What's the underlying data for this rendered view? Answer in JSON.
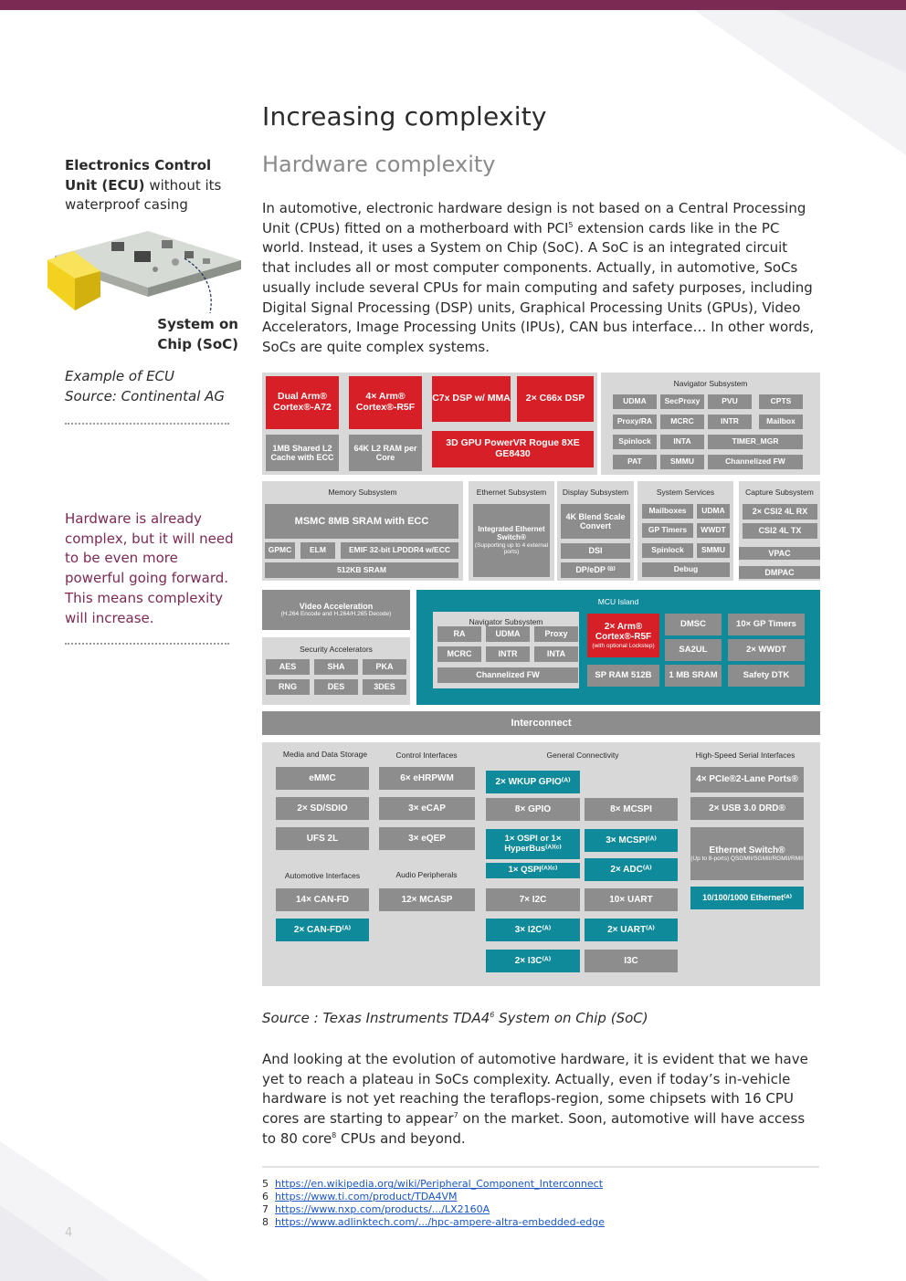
{
  "sidebar": {
    "ecu_title_bold": "Electronics Control Unit (ECU)",
    "ecu_title_rest": " without its waterproof casing",
    "soc_label": "System on Chip (SoC)",
    "caption_line1": "Example of ECU",
    "caption_line2": "Source: Continental AG",
    "note": "Hardware is already complex, but it will need to be even more powerful going forward. This means complexity will increase."
  },
  "main": {
    "title": "Increasing complexity",
    "subtitle": "Hardware complexity",
    "para1_a": "In automotive, electronic hardware design is not based on a Central Processing Unit (CPUs) fitted on a motherboard with PCI",
    "para1_sup": "5",
    "para1_b": " extension cards like in the PC world. Instead, it uses a System on Chip (SoC). A SoC is an integrated circuit that includes all or most computer components. Actually, in automotive, SoCs usually include several CPUs for main computing and safety purposes, including Digital Signal Processing (DSP) units, Graphical Processing Units (GPUs), Video Accelerators, Image Processing Units (IPUs), CAN bus interface… In other words, SoCs are quite complex systems.",
    "source_a": "Source : Texas Instruments TDA4",
    "source_sup": "6",
    "source_b": " System on Chip (SoC)",
    "para2_a": "And looking at the evolution of automotive hardware, it is evident that we have yet to reach a plateau in SoCs complexity. Actually, even if today’s in-vehicle hardware is not yet reaching the teraflops-region, some chipsets with 16 CPU cores are starting to appear",
    "para2_sup1": "7",
    "para2_b": " on the market. Soon, automotive will have access to 80 core",
    "para2_sup2": "8",
    "para2_c": " CPUs and beyond."
  },
  "footnotes": [
    {
      "num": "5",
      "url": "https://en.wikipedia.org/wiki/Peripheral_Component_Interconnect"
    },
    {
      "num": "6",
      "url": "https://www.ti.com/product/TDA4VM"
    },
    {
      "num": "7",
      "url": "https://www.nxp.com/products/.../LX2160A"
    },
    {
      "num": "8",
      "url": "https://www.adlinktech.com/.../hpc-ampere-altra-embedded-edge"
    }
  ],
  "page_number": "4",
  "soc": {
    "top": {
      "dual_arm": "Dual Arm® Cortex®-A72",
      "four_arm": "4× Arm® Cortex®-R5F",
      "c7x": "C7x DSP w/ MMA",
      "c66x": "2× C66x DSP",
      "l2_cache": "1MB Shared L2 Cache with ECC",
      "l2_ram": "64K L2 RAM per Core",
      "gpu": "3D GPU PowerVR Rogue 8XE GE8430"
    },
    "navigator": {
      "title": "Navigator Subsystem",
      "cells": [
        "UDMA",
        "SecProxy",
        "PVU",
        "CPTS",
        "Proxy/RA",
        "MCRC",
        "INTR",
        "Mailbox",
        "Spinlock",
        "INTA",
        "TIMER_MGR",
        "PAT",
        "SMMU",
        "Channelized FW"
      ]
    },
    "memory": {
      "title": "Memory Subsystem",
      "msmc": "MSMC 8MB SRAM with ECC",
      "gpmc": "GPMC",
      "elm": "ELM",
      "emif": "EMIF 32-bit LPDDR4 w/ECC",
      "sram": "512KB SRAM"
    },
    "ethernet": {
      "title": "Ethernet Subsystem",
      "switch": "Integrated Ethernet Switch®",
      "note": "(Supporting up to 4 external ports)"
    },
    "display": {
      "title": "Display Subsystem",
      "blend": "4K Blend Scale Convert",
      "dsi": "DSI",
      "dp": "DP/eDP ⁽ᴮ⁾"
    },
    "system": {
      "title": "System Services",
      "cells": [
        "Mailboxes",
        "UDMA",
        "GP Timers",
        "WWDT",
        "Spinlock",
        "SMMU",
        "Debug"
      ]
    },
    "capture": {
      "title": "Capture Subsystem",
      "csi_rx": "2× CSI2 4L RX",
      "csi_tx": "CSI2 4L TX",
      "vpac": "VPAC",
      "dmpac": "DMPAC"
    },
    "video": {
      "title": "Video Acceleration",
      "note": "(H.264 Encode and H.264/H.265 Decode)"
    },
    "security": {
      "title": "Security Accelerators",
      "cells": [
        "AES",
        "SHA",
        "PKA",
        "RNG",
        "DES",
        "3DES"
      ]
    },
    "mcu": {
      "title": "MCU Island",
      "nav_title": "Navigator Subsystem",
      "nav_cells": [
        "RA",
        "UDMA",
        "Proxy",
        "MCRC",
        "INTR",
        "INTA",
        "Channelized FW"
      ],
      "r5f": "2× Arm® Cortex®-R5F",
      "r5f_note": "(with optional Lockstep)",
      "cells": [
        "DMSC",
        "10× GP Timers",
        "SA2UL",
        "2× WWDT",
        "SP RAM 512B",
        "1 MB SRAM",
        "Safety DTK"
      ]
    },
    "interconnect": "Interconnect",
    "bottom": {
      "media_title": "Media and Data Storage",
      "control_title": "Control Interfaces",
      "general_title": "General Connectivity",
      "highspeed_title": "High-Speed Serial Interfaces",
      "auto_title": "Automotive Interfaces",
      "audio_title": "Audio Peripherals",
      "emmc": "eMMC",
      "sdsdio": "2× SD/SDIO",
      "ufs": "UFS 2L",
      "ehrpwm": "6× eHRPWM",
      "ecap": "3× eCAP",
      "eqep": "3× eQEP",
      "wkup_gpio": "2× WKUP GPIO⁽ᴬ⁾",
      "gpio": "8× GPIO",
      "mcspi8": "8× MCSPI",
      "ospi": "1× OSPI or 1× HyperBus⁽ᴬ⁾⁽ᶜ⁾",
      "qspi": "1× QSPI⁽ᴬ⁾⁽ᶜ⁾",
      "mcspi3": "3× MCSPI⁽ᴬ⁾",
      "adc": "2× ADC⁽ᴬ⁾",
      "i2c7": "7× I2C",
      "uart10": "10× UART",
      "i2c3": "3× I2C⁽ᴬ⁾",
      "uart2": "2× UART⁽ᴬ⁾",
      "i3c2": "2× I3C⁽ᴬ⁾",
      "i3c": "I3C",
      "pcie": "4× PCIe®2-Lane Ports®",
      "usb": "2× USB 3.0 DRD®",
      "eth_switch": "Ethernet Switch®",
      "eth_switch_note": "(Up to 8-ports) QSGMII/SGMII/RGMII/RMII",
      "eth1000": "10/100/1000 Ethernet⁽ᴬ⁾",
      "canfd14": "14× CAN-FD",
      "canfd2": "2× CAN-FD⁽ᴬ⁾",
      "mcasp": "12× MCASP"
    }
  },
  "colors": {
    "accent": "#7b2a53",
    "red": "#d61f26",
    "teal": "#0f8a9a",
    "grey": "#8d8d8d"
  }
}
